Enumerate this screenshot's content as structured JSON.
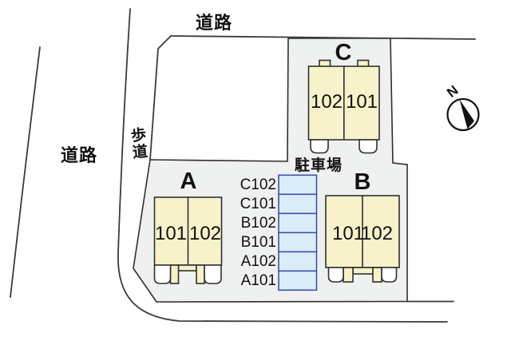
{
  "plan": {
    "labels": {
      "road_top": "道路",
      "road_left": "道路",
      "sidewalk": "歩道",
      "parking": "駐車場",
      "compass_north": "N"
    },
    "buildings": [
      {
        "id": "C",
        "label": "C",
        "left_unit": "102",
        "right_unit": "101"
      },
      {
        "id": "A",
        "label": "A",
        "left_unit": "101",
        "right_unit": "102"
      },
      {
        "id": "B",
        "label": "B",
        "left_unit": "101",
        "right_unit": "102"
      }
    ],
    "parking_stalls": [
      "C102",
      "C101",
      "B102",
      "B101",
      "A102",
      "A101"
    ],
    "colors": {
      "site_fill": "#eff0f0",
      "building_fill": "#f7f2c9",
      "stall_fill": "#d9edfa",
      "stall_border": "#3c50b0",
      "outline": "#2f2f2f"
    }
  }
}
